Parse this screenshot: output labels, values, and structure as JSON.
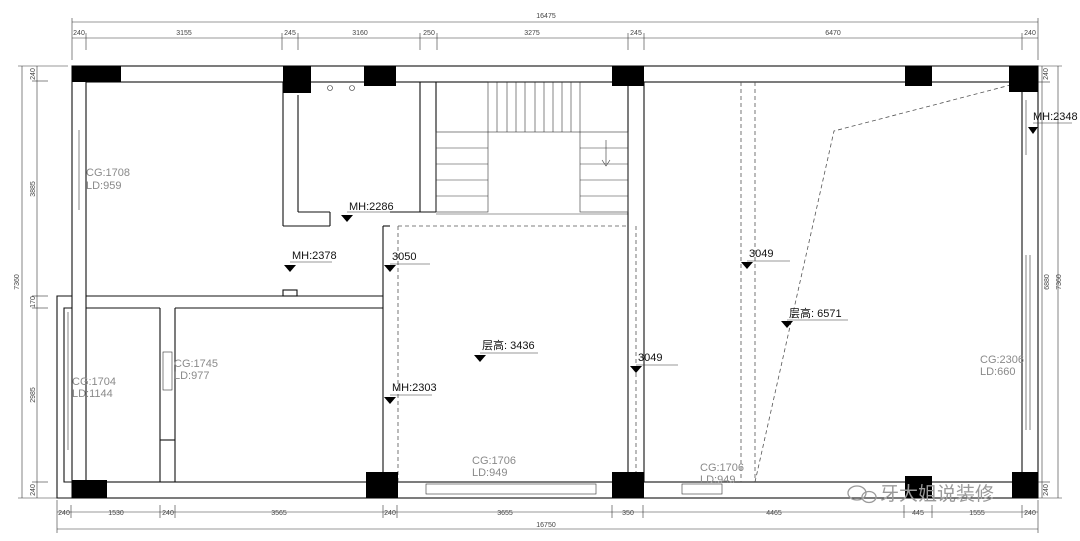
{
  "dimensions": {
    "top_total": "16475",
    "top_segments": [
      "240",
      "3155",
      "245",
      "3160",
      "250",
      "3275",
      "245",
      "6470",
      "240"
    ],
    "bottom_total": "16750",
    "bottom_segments": [
      "240",
      "1530",
      "240",
      "3565",
      "240",
      "3655",
      "350",
      "4465",
      "445",
      "1555",
      "240"
    ],
    "left_total": "7360",
    "left_segments": [
      "240",
      "3885",
      "170",
      "2985",
      "240"
    ],
    "right_total": "7360",
    "right_inner": "6880",
    "right_segments": [
      "240",
      "240"
    ]
  },
  "annotations": {
    "mh_2286": "MH:2286",
    "mh_2378": "MH:2378",
    "mh_2348": "MH:2348",
    "mh_2303": "MH:2303",
    "h_3050": "3050",
    "h_3049a": "3049",
    "h_3049b": "3049",
    "ceiling_1": "层高: 3436",
    "ceiling_2": "层高: 6571"
  },
  "window_labels": {
    "w1_cg": "CG:1708",
    "w1_ld": "LD:959",
    "w2_cg": "CG:1745",
    "w2_ld": "LD:977",
    "w3_cg": "CG:1704",
    "w3_ld": "LD:1144",
    "w4_cg": "CG:1706",
    "w4_ld": "LD:949",
    "w5_cg": "CG:1706",
    "w5_ld": "LD:949",
    "w6_cg": "CG:2306",
    "w6_ld": "LD:660"
  },
  "watermark": "牙大姐说装修"
}
